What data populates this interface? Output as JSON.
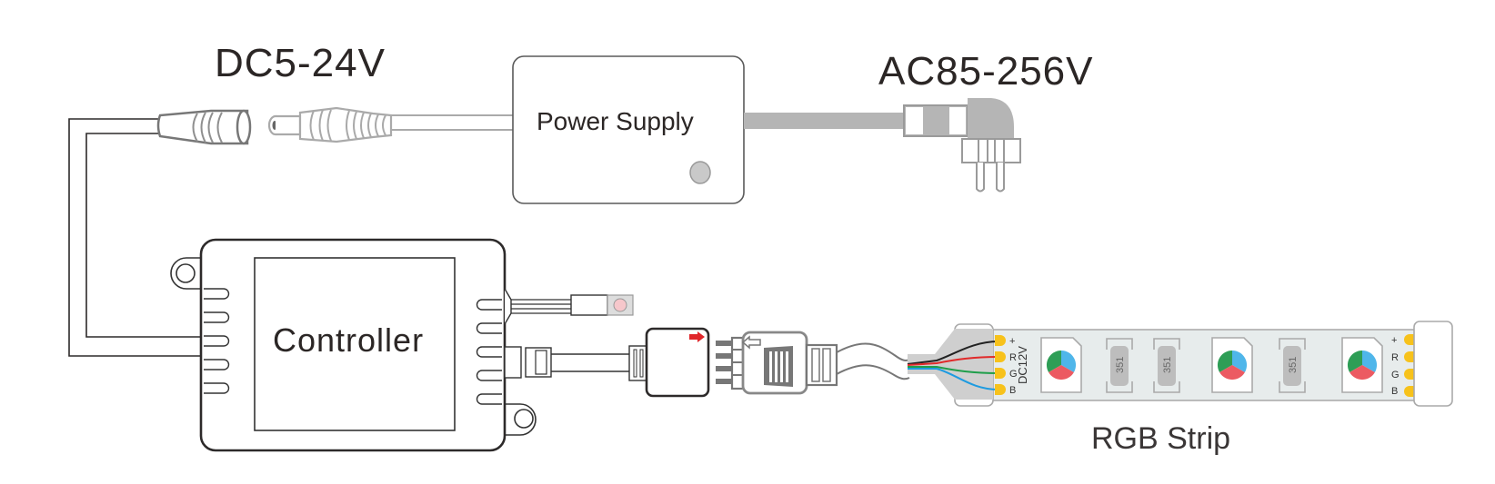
{
  "diagram": {
    "title": "RGB LED strip wiring diagram",
    "labels": {
      "dc_voltage": "DC5-24V",
      "ac_voltage": "AC85-256V",
      "power_supply": "Power Supply",
      "controller": "Controller",
      "rgb_strip": "RGB Strip",
      "strip_voltage": "DC12V"
    },
    "strip_pads_left": [
      "+",
      "R",
      "G",
      "B"
    ],
    "strip_pads_right": [
      "+",
      "R",
      "G",
      "B"
    ],
    "resistor_code": "351",
    "wire_colors": {
      "plus": "#222222",
      "red": "#e02a2a",
      "green": "#1f9e4a",
      "blue": "#1e9be0"
    },
    "colors": {
      "outline_dark": "#2d2a2a",
      "outline_gray": "#8f8f8f",
      "pad_yellow": "#f7c21b",
      "strip_fill": "#e7ecec",
      "arrow_red": "#e0262a",
      "ir_receiver_led": "#f6c7cb"
    }
  }
}
